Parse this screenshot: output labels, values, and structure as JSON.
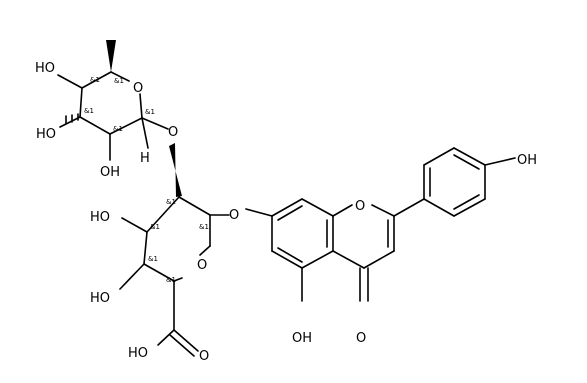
{
  "molecule": {
    "atom_labels": {
      "ho_top_left": "HO",
      "ho_mid_left": "HO",
      "oh_bottom_sugar1": "OH",
      "h_anomeric": "H",
      "o_ring_rhamnose": "O",
      "o_glycosidic_1": "O",
      "ho_glucuronide_1": "HO",
      "ho_glucuronide_2": "HO",
      "o_ring_glucuronide": "O",
      "o_glycosidic_2": "O",
      "ho_acid": "HO",
      "o_acid_carbonyl": "O",
      "o_chromone_ring": "O",
      "oh_chromone": "OH",
      "o_chromone_carbonyl": "O",
      "oh_phenol": "OH"
    },
    "stereo_label": "&1"
  }
}
